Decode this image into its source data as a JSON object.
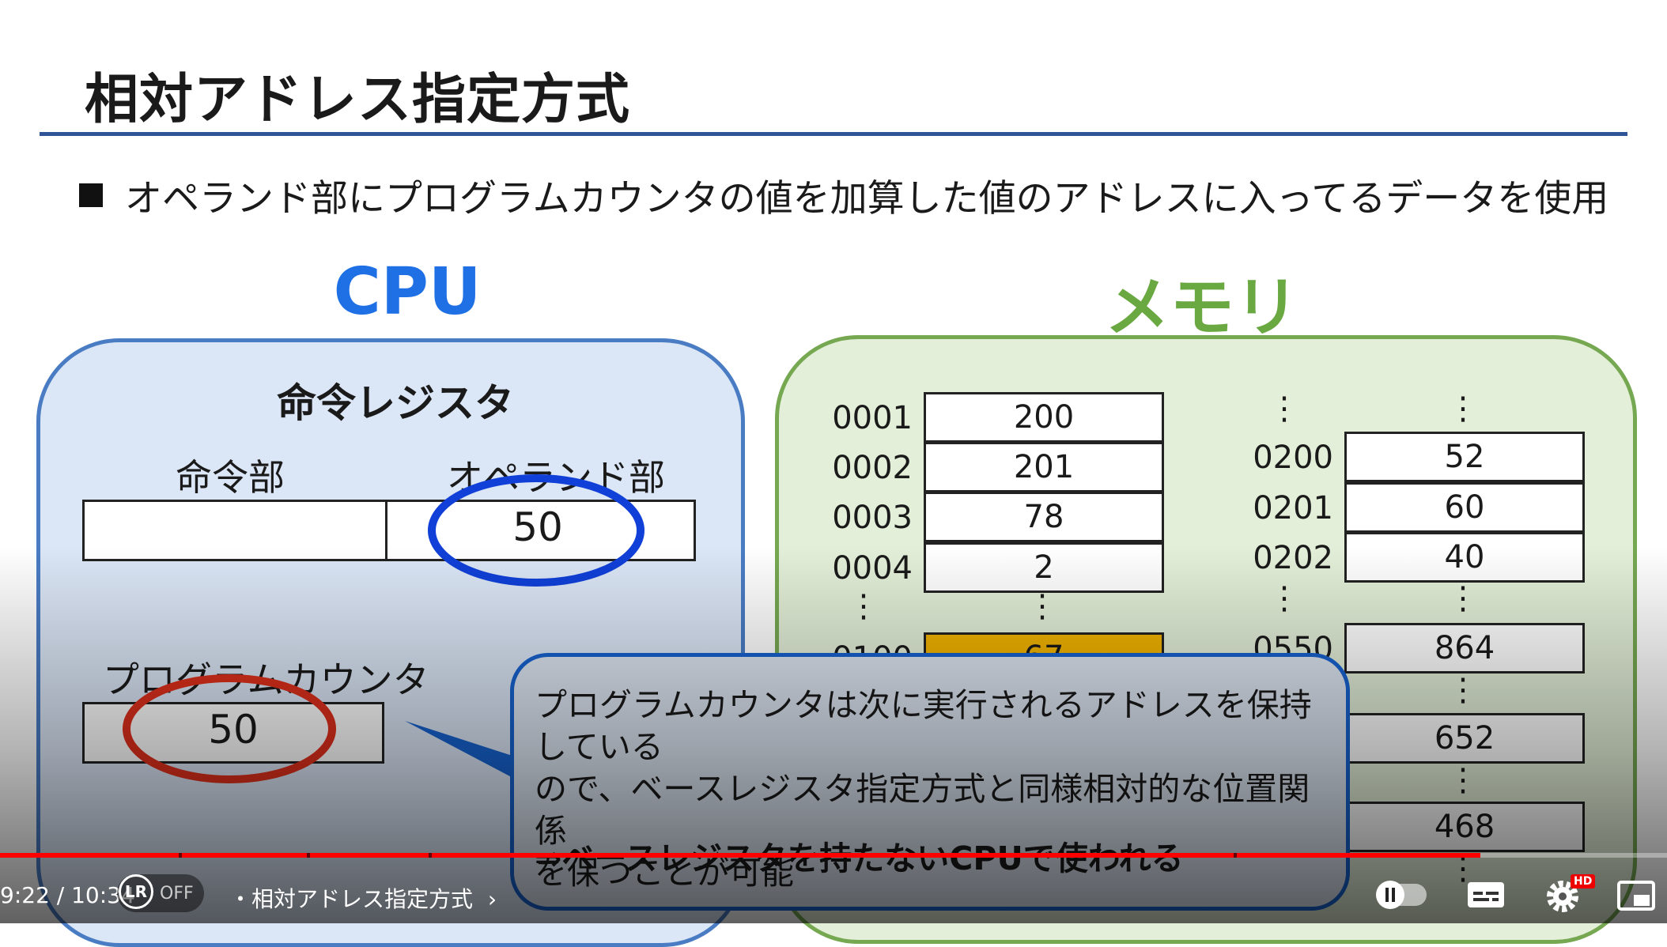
{
  "slide": {
    "title": "相対アドレス指定方式",
    "bullet": "オペランド部にプログラムカウンタの値を加算した値のアドレスに入ってるデータを使用",
    "cpu_label": "CPU",
    "memory_label": "メモリ",
    "instruction_register": {
      "title": "命令レジスタ",
      "opcode_label": "命令部",
      "operand_label": "オペランド部",
      "operand_value": "50"
    },
    "program_counter": {
      "label": "プログラムカウンタ",
      "value": "50"
    },
    "memory_left": [
      {
        "address": "0001",
        "value": "200"
      },
      {
        "address": "0002",
        "value": "201"
      },
      {
        "address": "0003",
        "value": "78"
      },
      {
        "address": "0004",
        "value": "2"
      }
    ],
    "memory_left_partial": {
      "address": "0100",
      "value": "67"
    },
    "memory_right": [
      {
        "address": "0200",
        "value": "52"
      },
      {
        "address": "0201",
        "value": "60"
      },
      {
        "address": "0202",
        "value": "40"
      }
    ],
    "memory_right_more": [
      {
        "address": "0550",
        "value": "864"
      },
      {
        "address": "",
        "value": "652"
      },
      {
        "address": "",
        "value": "468"
      }
    ],
    "ellipsis": "⋮",
    "callout": {
      "line1": "プログラムカウンタは次に実行されるアドレスを保持している",
      "line2": "ので、ベースレジスタ指定方式と同様相対的な位置関係",
      "line3": "を保つことが可能",
      "emphasis": "⇒ベースレジスタを持たないCPUで使われる"
    },
    "colors": {
      "title_rule": "#2f5597",
      "cpu": "#1f6fe5",
      "memory": "#6aa842",
      "highlight_cell": "#f2b400",
      "operand_circle": "#1040d8",
      "pc_circle": "#e0301c"
    }
  },
  "player": {
    "time": "9:22 / 10:34",
    "chapter": "・相対アドレス指定方式",
    "lr_badge": "LR",
    "lr_state": "OFF",
    "hd_badge": "HD",
    "progress_fraction": 0.888
  }
}
